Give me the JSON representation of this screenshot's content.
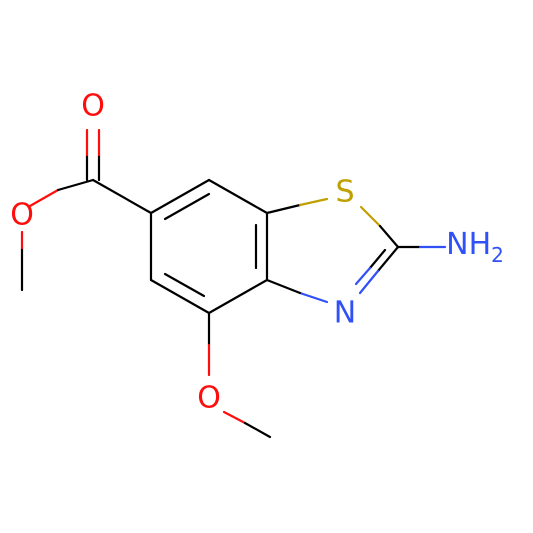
{
  "atoms": {
    "o_carbonyl": {
      "symbol": "O",
      "color": "#ff0d0d"
    },
    "o_ester": {
      "symbol": "O",
      "color": "#ff0d0d"
    },
    "o_methoxy": {
      "symbol": "O",
      "color": "#ff0d0d"
    },
    "s_ring": {
      "symbol": "S",
      "color": "#c0a000"
    },
    "n_ring": {
      "symbol": "N",
      "color": "#3050f8"
    },
    "n_amino": {
      "symbol": "NH",
      "subscript": "2",
      "color": "#3050f8"
    }
  },
  "colors": {
    "bond": "#000000",
    "oxygen": "#ff0d0d",
    "nitrogen": "#3050f8",
    "sulfur": "#c0a000",
    "background": "#ffffff"
  }
}
